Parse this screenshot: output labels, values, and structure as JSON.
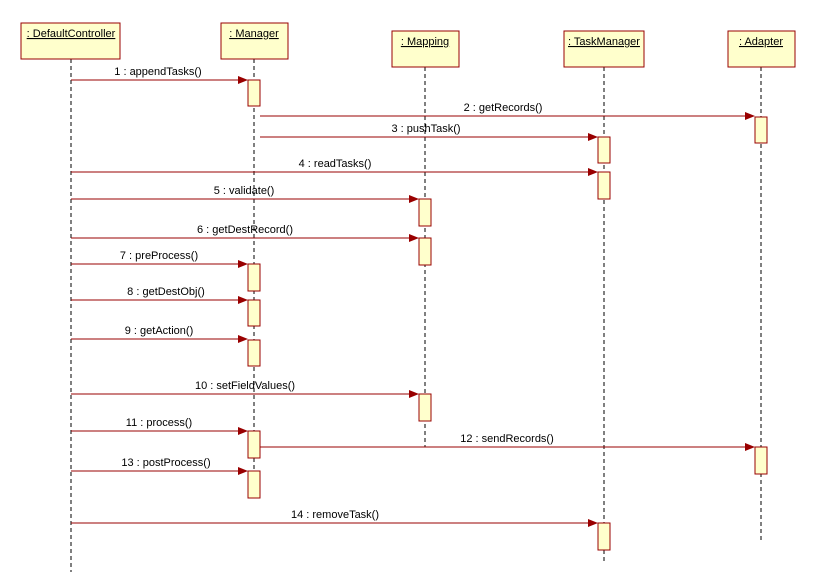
{
  "lifelines": [
    {
      "id": "default-controller",
      "label": ": DefaultController"
    },
    {
      "id": "manager",
      "label": ": Manager"
    },
    {
      "id": "mapping",
      "label": ": Mapping"
    },
    {
      "id": "task-manager",
      "label": ": TaskManager"
    },
    {
      "id": "adapter",
      "label": ": Adapter"
    }
  ],
  "messages": [
    {
      "label": "1 : appendTasks()",
      "from": "default-controller",
      "to": "manager"
    },
    {
      "label": "2 : getRecords()",
      "from": "manager",
      "to": "adapter"
    },
    {
      "label": "3 : pushTask()",
      "from": "manager",
      "to": "task-manager"
    },
    {
      "label": "4 : readTasks()",
      "from": "default-controller",
      "to": "task-manager"
    },
    {
      "label": "5 : validate()",
      "from": "default-controller",
      "to": "mapping"
    },
    {
      "label": "6 : getDestRecord()",
      "from": "default-controller",
      "to": "mapping"
    },
    {
      "label": "7 : preProcess()",
      "from": "default-controller",
      "to": "manager"
    },
    {
      "label": "8 : getDestObj()",
      "from": "default-controller",
      "to": "manager"
    },
    {
      "label": "9 : getAction()",
      "from": "default-controller",
      "to": "manager"
    },
    {
      "label": "10 : setFieldValues()",
      "from": "default-controller",
      "to": "mapping"
    },
    {
      "label": "11 : process()",
      "from": "default-controller",
      "to": "manager"
    },
    {
      "label": "12 : sendRecords()",
      "from": "manager",
      "to": "adapter"
    },
    {
      "label": "13 : postProcess()",
      "from": "default-controller",
      "to": "manager"
    },
    {
      "label": "14 : removeTask()",
      "from": "default-controller",
      "to": "task-manager"
    }
  ]
}
